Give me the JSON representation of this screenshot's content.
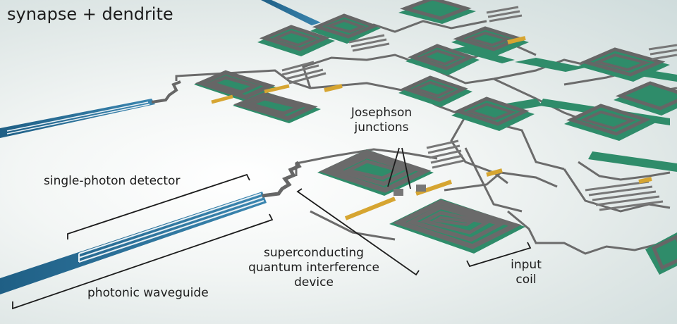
{
  "title": "synapse + dendrite",
  "labels": {
    "single_photon_detector": "single-photon detector",
    "photonic_waveguide": "photonic waveguide",
    "josephson_line1": "Josephson",
    "josephson_line2": "junctions",
    "squid_line1": "superconducting",
    "squid_line2": "quantum interference",
    "squid_line3": "device",
    "input_line1": "input",
    "input_line2": "coil"
  },
  "colors": {
    "pcb_green": "#2f8c6a",
    "waveguide_blue": "#2a6f97",
    "coil_gray": "#6a6a6a",
    "resistor_gold": "#d6a531",
    "wire_gray": "#6b6b6b"
  }
}
